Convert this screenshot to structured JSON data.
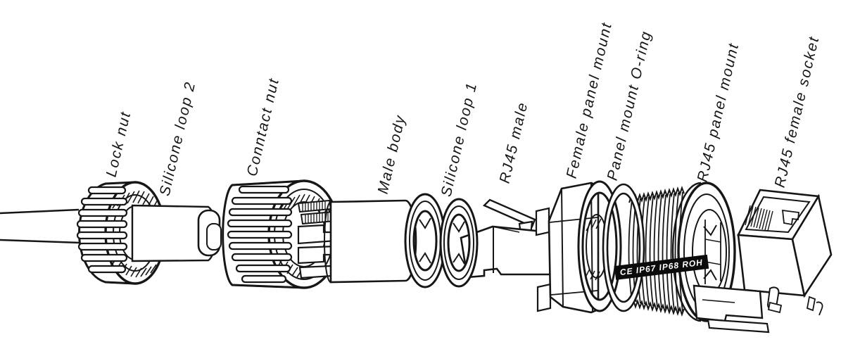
{
  "figure": {
    "labels": [
      {
        "text": "Lock nut"
      },
      {
        "text": "Silicone loop 2"
      },
      {
        "text": "Conntact nut"
      },
      {
        "text": "Male body"
      },
      {
        "text": "Silicone loop 1"
      },
      {
        "text": "RJ45 male"
      },
      {
        "text": "Female panel mount"
      },
      {
        "text": "Panel mount O-ring"
      },
      {
        "text": "RJ45 panel mount"
      },
      {
        "text": "RJ45 female socket"
      }
    ],
    "engraving": "CE IP67 IP68 ROH",
    "ink": "#161616",
    "paper": "#ffffff"
  }
}
